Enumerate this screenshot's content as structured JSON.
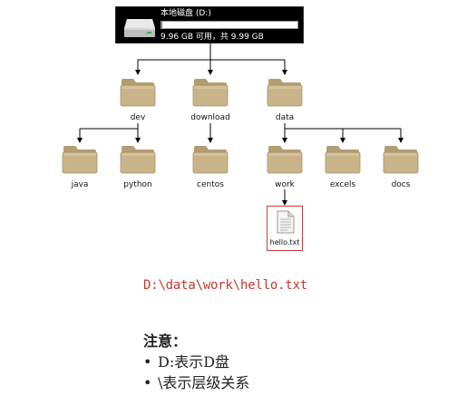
{
  "drive": {
    "title": "本地磁盘 (D:)",
    "space_info": "9.96 GB 可用，共 9.99 GB",
    "used_fraction": 0.003
  },
  "folders": {
    "dev": "dev",
    "download": "download",
    "data": "data",
    "java": "java",
    "python": "python",
    "centos": "centos",
    "work": "work",
    "excels": "excels",
    "docs": "docs"
  },
  "file": {
    "name": "hello.txt"
  },
  "path": "D:\\data\\work\\hello.txt",
  "notes": {
    "title": "注意：",
    "items": [
      "D:表示D盘",
      "\\表示层级关系"
    ]
  },
  "colors": {
    "folder": "#c9b48a",
    "path_text": "#c0392b",
    "file_border": "#c83b3b"
  }
}
